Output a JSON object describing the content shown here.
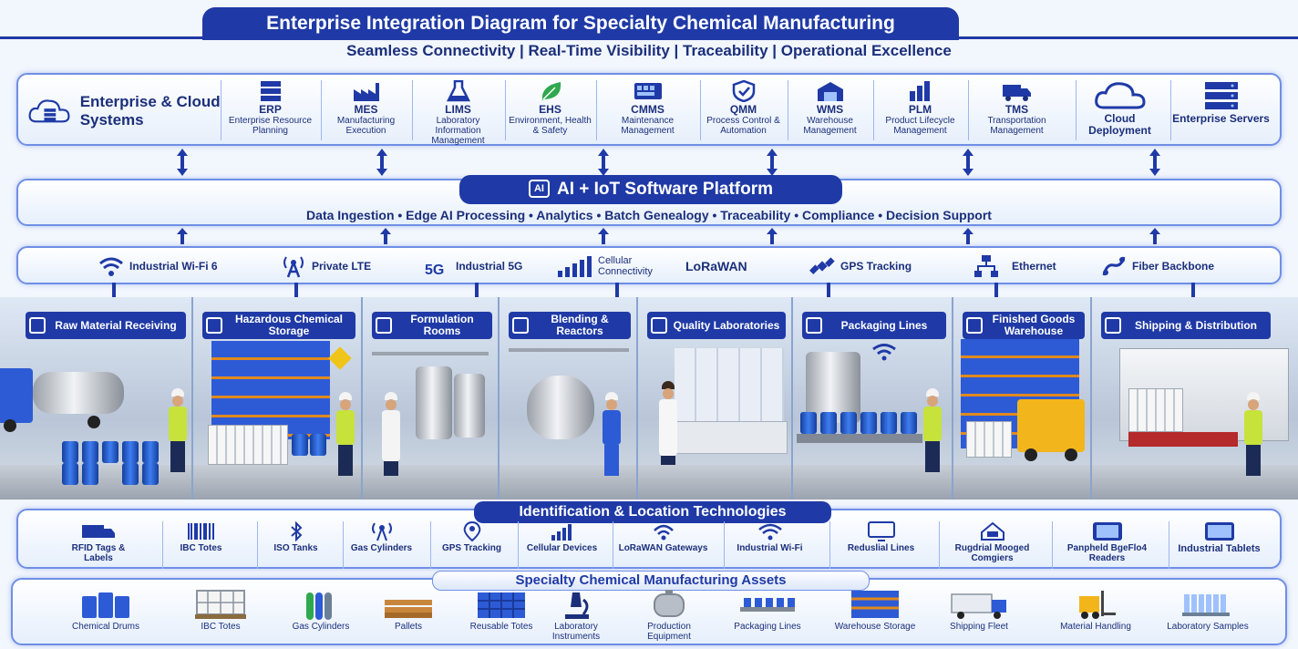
{
  "title": "Enterprise Integration Diagram for Specialty Chemical Manufacturing",
  "subtitle": "Seamless Connectivity | Real-Time Visibility | Traceability | Operational Excellence",
  "colors": {
    "primary": "#1f3aa6",
    "panel_border": "#6f8fe6",
    "text": "#1b2f7a",
    "safety_vest": "#c7e23a",
    "drum_blue": "#2d5bd6"
  },
  "enterprise": {
    "heading": "Enterprise & Cloud Systems",
    "icon": "cloud-server-icon",
    "systems": [
      {
        "abbr": "ERP",
        "desc": "Enterprise Resource Planning",
        "icon": "server-stack-icon"
      },
      {
        "abbr": "MES",
        "desc": "Manufacturing Execution",
        "icon": "factory-icon"
      },
      {
        "abbr": "LIMS",
        "desc": "Laboratory Information Management",
        "icon": "flask-icon"
      },
      {
        "abbr": "EHS",
        "desc": "Environment, Health & Safety",
        "icon": "leaf-icon"
      },
      {
        "abbr": "CMMS",
        "desc": "Maintenance Management",
        "icon": "panel-icon"
      },
      {
        "abbr": "QMM",
        "desc": "Process Control & Automation",
        "icon": "shield-icon"
      },
      {
        "abbr": "WMS",
        "desc": "Warehouse Management",
        "icon": "warehouse-icon"
      },
      {
        "abbr": "PLM",
        "desc": "Product Lifecycle Management",
        "icon": "bar-chart-icon"
      },
      {
        "abbr": "TMS",
        "desc": "Transportation Management",
        "icon": "truck-icon"
      }
    ],
    "cloud": [
      {
        "label": "Cloud Deployment",
        "icon": "cloud-icon"
      },
      {
        "label": "Enterprise Servers",
        "icon": "server-rack-icon"
      }
    ]
  },
  "platform": {
    "badge": "AI",
    "title": "AI + IoT Software Platform",
    "features": "Data Ingestion • Edge AI Processing • Analytics • Batch Genealogy • Traceability • Compliance • Decision Support"
  },
  "connectivity": [
    {
      "label": "Industrial Wi-Fi 6",
      "icon": "wifi-icon"
    },
    {
      "label": "Private LTE",
      "icon": "antenna-icon"
    },
    {
      "label": "Industrial 5G",
      "icon": "5g-icon"
    },
    {
      "label": "Cellular Connectivity",
      "icon": "signal-bars-icon"
    },
    {
      "label": "LoRaWAN",
      "icon": "lorawan-icon"
    },
    {
      "label": "GPS Tracking",
      "icon": "satellite-icon"
    },
    {
      "label": "Ethernet",
      "icon": "network-icon"
    },
    {
      "label": "Fiber Backbone",
      "icon": "fiber-icon"
    }
  ],
  "zones": [
    {
      "label": "Raw Material Receiving",
      "icon": "receiving-icon"
    },
    {
      "label": "Hazardous Chemical Storage",
      "icon": "hazard-icon"
    },
    {
      "label": "Formulation Rooms",
      "icon": "formulation-icon"
    },
    {
      "label": "Blending & Reactors",
      "icon": "reactor-icon"
    },
    {
      "label": "Quality Laboratories",
      "icon": "lab-icon"
    },
    {
      "label": "Packaging Lines",
      "icon": "packaging-icon"
    },
    {
      "label": "Finished Goods Warehouse",
      "icon": "warehouse-icon"
    },
    {
      "label": "Shipping & Distribution",
      "icon": "shipping-icon"
    }
  ],
  "identification": {
    "title": "Identification & Location Technologies",
    "items": [
      {
        "label": "RFID Tags & Labels",
        "icon": "rfid-tag-icon"
      },
      {
        "label": "IBC Totes",
        "icon": "barcode-icon"
      },
      {
        "label": "ISO Tanks",
        "icon": "bluetooth-icon"
      },
      {
        "label": "Gas Cylinders",
        "icon": "antenna-icon"
      },
      {
        "label": "GPS Tracking",
        "icon": "location-pin-icon"
      },
      {
        "label": "Cellular Devices",
        "icon": "signal-bars-icon"
      },
      {
        "label": "LoRaWAN Gateways",
        "icon": "gateway-icon"
      },
      {
        "label": "Industrial Wi-Fi",
        "icon": "wifi-icon"
      },
      {
        "label": "Reduslial Lines",
        "icon": "monitor-icon"
      },
      {
        "label": "Rugdrial Mooged Comgiers",
        "icon": "rugged-computer-icon"
      },
      {
        "label": "Panpheld BgeFlo4 Readers",
        "icon": "handheld-reader-icon"
      },
      {
        "label": "Industrial Tablets",
        "icon": "tablet-icon"
      }
    ]
  },
  "assets": {
    "title": "Specialty Chemical Manufacturing Assets",
    "items": [
      {
        "label": "Chemical Drums",
        "icon": "drums-icon"
      },
      {
        "label": "IBC Totes",
        "icon": "ibc-tote-icon"
      },
      {
        "label": "Gas Cylinders",
        "icon": "gas-cylinder-icon"
      },
      {
        "label": "Pallets",
        "icon": "pallet-icon"
      },
      {
        "label": "Reusable Totes",
        "icon": "crate-icon"
      },
      {
        "label": "Laboratory Instruments",
        "icon": "microscope-icon"
      },
      {
        "label": "Production Equipment",
        "icon": "reactor-icon"
      },
      {
        "label": "Packaging Lines",
        "icon": "conveyor-icon"
      },
      {
        "label": "Warehouse Storage",
        "icon": "rack-icon"
      },
      {
        "label": "Shipping Fleet",
        "icon": "truck-icon"
      },
      {
        "label": "Material Handling",
        "icon": "forklift-icon"
      },
      {
        "label": "Laboratory Samples",
        "icon": "sample-vials-icon"
      }
    ]
  }
}
